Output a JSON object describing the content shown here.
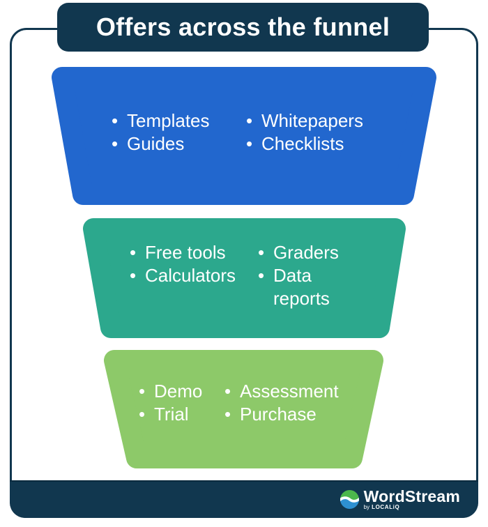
{
  "title": "Offers across the funnel",
  "colors": {
    "navy": "#11374F",
    "blue": "#2267CE",
    "teal": "#2CA88D",
    "green": "#8DC969",
    "text_on_funnel": "#FFFFFF"
  },
  "icons": {
    "wordstream_wave": "circle with green top half, blue bottom half, white wave divider"
  },
  "funnel": {
    "tiers": [
      {
        "id": "top",
        "color": "#2267CE",
        "col1": [
          "Templates",
          "Guides"
        ],
        "col2": [
          "Whitepapers",
          "Checklists"
        ]
      },
      {
        "id": "middle",
        "color": "#2CA88D",
        "col1": [
          "Free tools",
          "Calculators"
        ],
        "col2": [
          "Graders",
          "Data reports"
        ]
      },
      {
        "id": "bottom",
        "color": "#8DC969",
        "col1": [
          "Demo",
          "Trial"
        ],
        "col2": [
          "Assessment",
          "Purchase"
        ]
      }
    ]
  },
  "footer": {
    "brand": "WordStream",
    "byline_by": "by",
    "byline_brand": "LOCALiQ"
  }
}
